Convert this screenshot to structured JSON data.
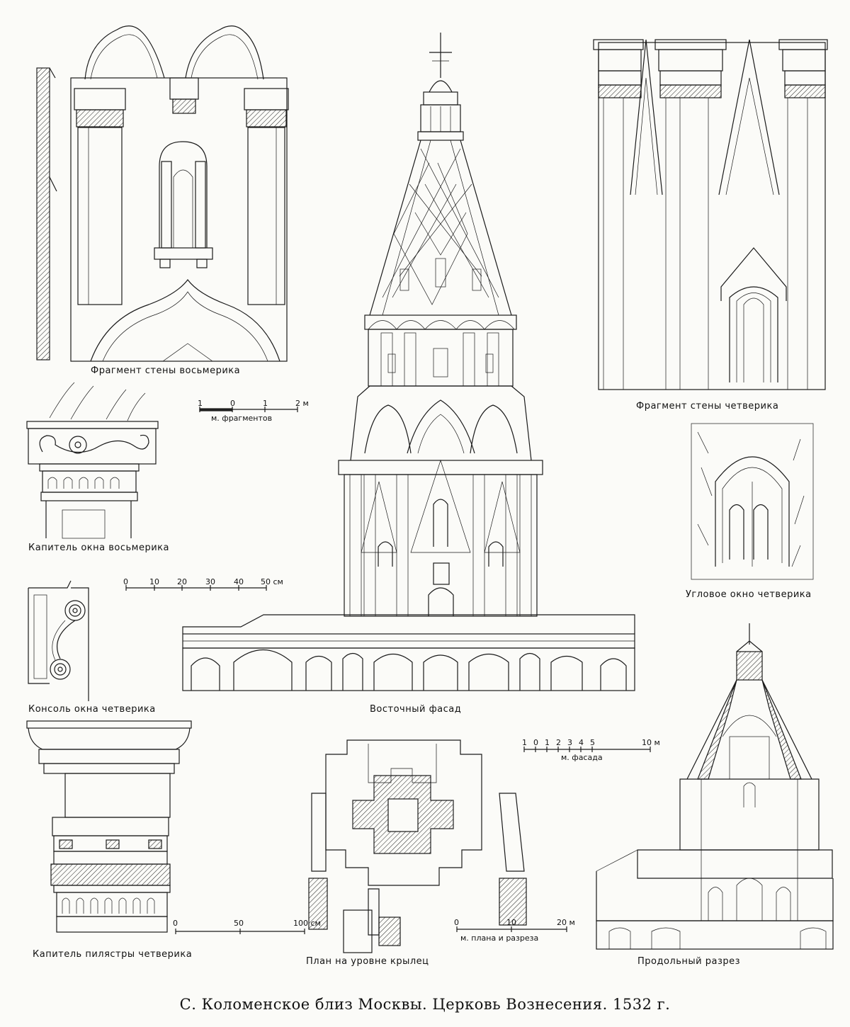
{
  "labels": {
    "octagon_wall": "Фрагмент стены восьмерика",
    "quad_wall": "Фрагмент стены четверика",
    "octagon_window_capital": "Капитель окна восьмерика",
    "corner_window": "Угловое окно четверика",
    "quad_window_console": "Консоль окна четверика",
    "east_facade": "Восточный фасад",
    "pilaster_capital": "Капитель пилястры четверика",
    "plan": "План на уровне крылец",
    "section": "Продольный разрез"
  },
  "scales": {
    "fragments": {
      "ticks": [
        "1",
        "0",
        "1",
        "2 м"
      ],
      "caption": "м. фрагментов"
    },
    "cm_50": {
      "ticks": [
        "0",
        "10",
        "20",
        "30",
        "40",
        "50 см"
      ]
    },
    "cm_100": {
      "ticks": [
        "0",
        "50",
        "100 см"
      ]
    },
    "facade": {
      "ticks": [
        "1",
        "0",
        "1",
        "2",
        "3",
        "4",
        "5",
        "10 м"
      ],
      "caption": "м. фасада"
    },
    "plan_section": {
      "ticks": [
        "0",
        "10",
        "20 м"
      ],
      "caption": "м. плана и разреза"
    }
  },
  "title": "С. Коломенское близ Москвы. Церковь Вознесения. 1532 г."
}
